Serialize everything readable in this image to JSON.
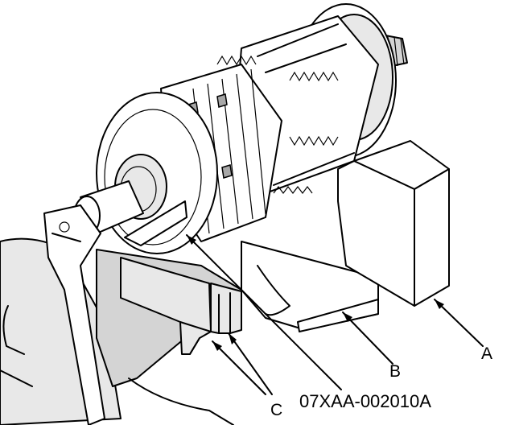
{
  "callouts": {
    "a": "A",
    "b": "B",
    "c": "C",
    "tool_number": "07XAA-002010A"
  }
}
